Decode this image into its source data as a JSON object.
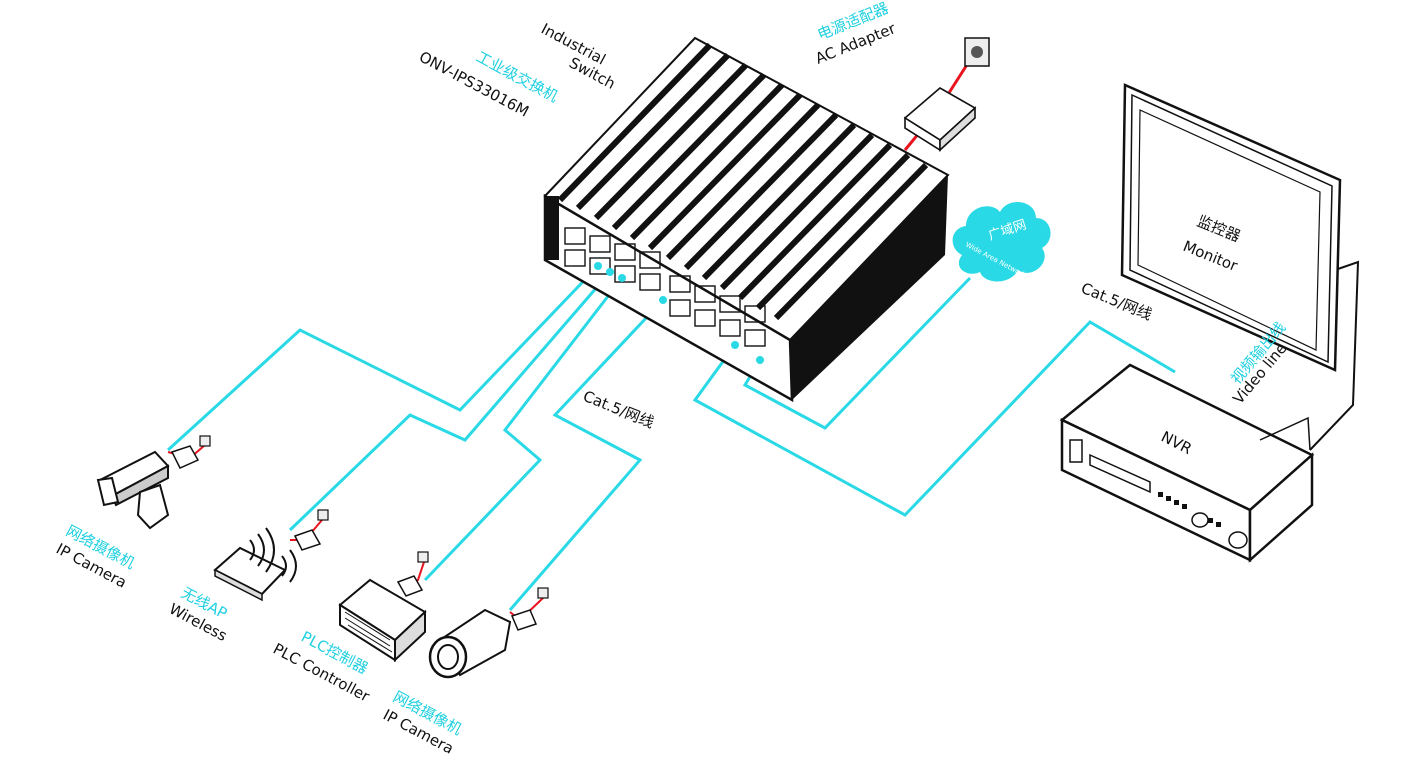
{
  "switch": {
    "name_en_1": "Industrial",
    "name_en_2": "Switch",
    "name_cn": "工业级交换机",
    "model": "ONV-IPS33016M"
  },
  "adapter": {
    "name_cn": "电源适配器",
    "name_en": "AC Adapter"
  },
  "wan": {
    "name_cn": "广域网",
    "name_en": "Wide Area Network"
  },
  "monitor": {
    "name_cn": "监控器",
    "name_en": "Monitor"
  },
  "nvr": {
    "name": "NVR"
  },
  "video_line": {
    "name_cn": "视频输出线",
    "name_en": "Video line"
  },
  "cable_right": {
    "label": "Cat.5/网线"
  },
  "cable_center": {
    "label": "Cat.5/网线"
  },
  "devices": {
    "ip_camera_1": {
      "name_cn": "网络摄像机",
      "name_en": "IP Camera"
    },
    "wireless_ap": {
      "name_cn": "无线AP",
      "name_en": "Wireless"
    },
    "plc": {
      "name_cn": "PLC控制器",
      "name_en": "PLC Controller"
    },
    "ip_camera_2": {
      "name_cn": "网络摄像机",
      "name_en": "IP Camera"
    }
  },
  "colors": {
    "cable": "#29d9e6",
    "power": "#e8141e",
    "label_cn": "#1fd0e0",
    "outline": "#111111"
  }
}
